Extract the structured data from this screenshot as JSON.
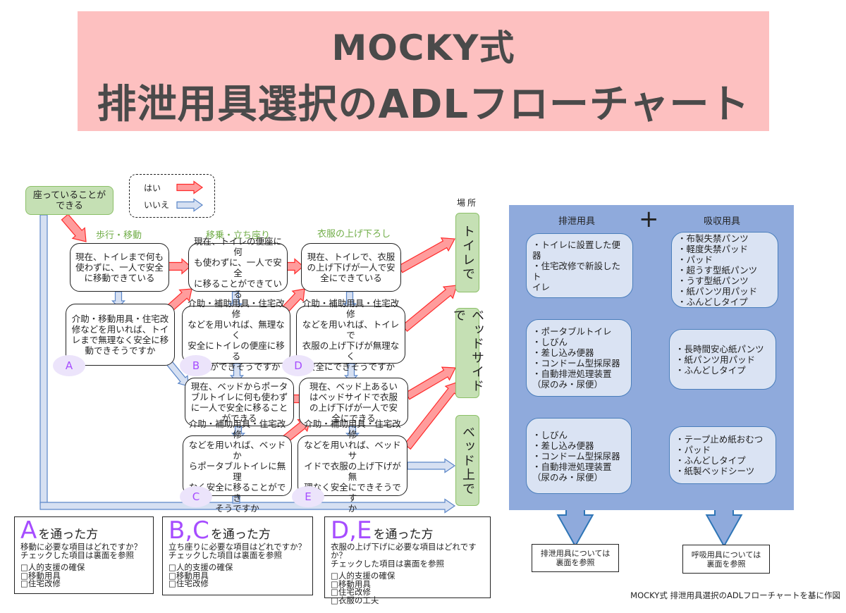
{
  "title": {
    "line1": "MOCKY式",
    "line2": "排泄用具選択のADLフローチャート"
  },
  "colors": {
    "title_bg": "#fdc0c0",
    "yes_arrow": "#ff9c9c",
    "yes_arrow_border": "#ff2a2a",
    "no_arrow": "#d6e0f2",
    "no_arrow_border": "#5b86c8",
    "start_and_place_bg": "#c5e0b4",
    "section_label": "#70ad47",
    "marker_text": "#a64dff",
    "marker_bg": "#ece4fb",
    "product_panel_bg": "#8faadc",
    "product_box_bg": "#dae3f3"
  },
  "legend": {
    "yes_label": "はい",
    "no_label": "いいえ"
  },
  "start": {
    "label": "座っていることが\nできる"
  },
  "sections": {
    "walking": "歩行・移動",
    "transfer": "移乗・立ち座り",
    "clothing": "衣服の上げ下ろし"
  },
  "place_header": "場所",
  "places": {
    "toilet": "トイレで",
    "bedside": "ベッドサイドで",
    "on_bed": "ベッド上で"
  },
  "questions": {
    "walk_now": "現在、トイレまで何も\n使わずに、一人で安全\nに移動できている",
    "walk_assisted": "介助・移動用具・住宅改\n修などを用いれば、トイ\nレまで無理なく安全に移\n動できそうですか",
    "transfer_now": "現在、トイレの便座に何\nも使わずに、一人で安全\nに移ることができている",
    "transfer_assisted": "介助・補助用具・住宅改修\nなどを用いれば、無理なく\n安全にトイレの便座に移る\nことができそうですか",
    "clothing_now": "現在、トイレで、衣服\nの上げ下げが一人で安\n全にできている",
    "clothing_assisted": "介助・補助用具・住宅改修\nなどを用いれば、トイレで\n衣服の上げ下げが無理なく\n安全にできそうですか",
    "portable_now": "現在、ベッドからポータ\nブルトイレに何も使わず\nに一人で安全に移ること\nができる",
    "portable_assisted": "介助・補助用具・住宅改修\nなどを用いれば、ベッドか\nらポータブルトイレに無理\nなく安全に移ることができ\nそうですか",
    "bedside_clothing_now": "現在、ベッド上あるい\nはベッドサイドで衣服\nの上げ下げが一人で安\n全にできる",
    "bedside_clothing_assisted": "介助・補助用具・住宅改修\nなどを用いれば、ベッドサ\nイドで衣服の上げ下げが無\n理なく安全にできそうです\nか"
  },
  "markers": [
    "A",
    "B",
    "C",
    "D",
    "E"
  ],
  "results": [
    {
      "letter": "A",
      "suffix": "を通った方",
      "question": "移動に必要な項目はどれですか？\nチェックした項目は裏面を参照",
      "items": [
        "□人的支援の確保",
        "□移動用具",
        "□住宅改修"
      ]
    },
    {
      "letter": "B,C",
      "suffix": "を通った方",
      "question": "立ち座りに必要な項目はどれですか？\nチェックした項目は裏面を参照",
      "items": [
        "□人的支援の確保",
        "□移動用具",
        "□住宅改修"
      ]
    },
    {
      "letter": "D,E",
      "suffix": "を通った方",
      "question": "衣服の上げ下げに必要な項目はどれですか？\nチェックした項目は裏面を参照",
      "items": [
        "□人的支援の確保",
        "□移動用具",
        "□住宅改修",
        "□衣服の工夫"
      ]
    }
  ],
  "products": {
    "excretion_header": "排泄用具",
    "plus": "+",
    "absorption_header": "吸収用具",
    "toilet": {
      "excretion": [
        "・トイレに設置した便器",
        "・住宅改修で新設したト\n  イレ"
      ],
      "absorption": [
        "・布製失禁パンツ",
        "・軽度失禁パッド",
        "・パッド",
        "・超うす型紙パンツ",
        "・うす型紙パンツ",
        "・紙パンツ用パッド",
        "・ふんどしタイプ"
      ]
    },
    "bedside": {
      "excretion": [
        "・ポータブルトイレ",
        "・しびん",
        "・差し込み便器",
        "・コンドーム型採尿器",
        "・自動排泄処理装置",
        "  （尿のみ・尿便）"
      ],
      "absorption": [
        "・長時間安心紙パンツ",
        "・紙パンツ用パッド",
        "・ふんどしタイプ"
      ]
    },
    "on_bed": {
      "excretion": [
        "・しびん",
        "・差し込み便器",
        "・コンドーム型採尿器",
        "・自動排泄処理装置",
        "  （尿のみ・尿便）"
      ],
      "absorption": [
        "・テープ止め紙おむつ",
        "・パッド",
        "・ふんどしタイプ",
        "・紙製ベッドシーツ"
      ]
    },
    "excretion_ref": "排泄用具については\n裏面を参照",
    "absorption_ref": "呼吸用具については\n裏面を参照"
  },
  "footer_credit": "MOCKY式 排泄用具選択のADLフローチャートを基に作図"
}
